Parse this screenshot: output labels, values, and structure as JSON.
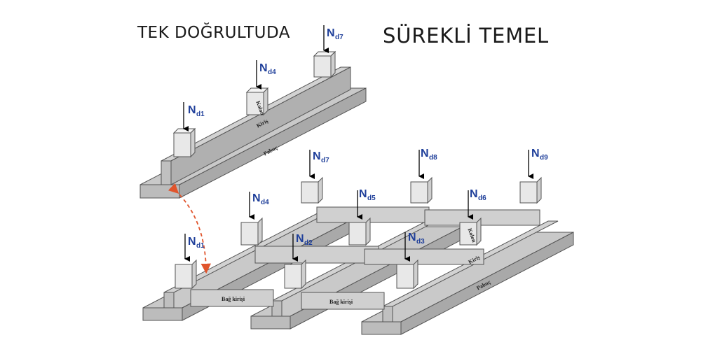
{
  "titles": {
    "left": "TEK DOĞRULTUDA",
    "right": "SÜREKLİ TEMEL"
  },
  "labels": {
    "kolon": "Kolon",
    "kiris": "Kiriş",
    "pabuc": "Pabuç",
    "bag_kirisi": "Bağ kirişi"
  },
  "loads": {
    "n": "N",
    "top_d1": "d1",
    "top_d4": "d4",
    "top_d7": "d7",
    "grid_d1": "d1",
    "grid_d2": "d2",
    "grid_d3": "d3",
    "grid_d4": "d4",
    "grid_d5": "d5",
    "grid_d6": "d6",
    "grid_d7": "d7",
    "grid_d8": "d8",
    "grid_d9": "d9"
  },
  "colors": {
    "concrete_top": "#c9c9c9",
    "concrete_side": "#a9a9a9",
    "concrete_front": "#bcbcbc",
    "column": "#e8e8e8",
    "load_text": "#1f3f9a",
    "dashed_arrow": "#e0542c"
  }
}
